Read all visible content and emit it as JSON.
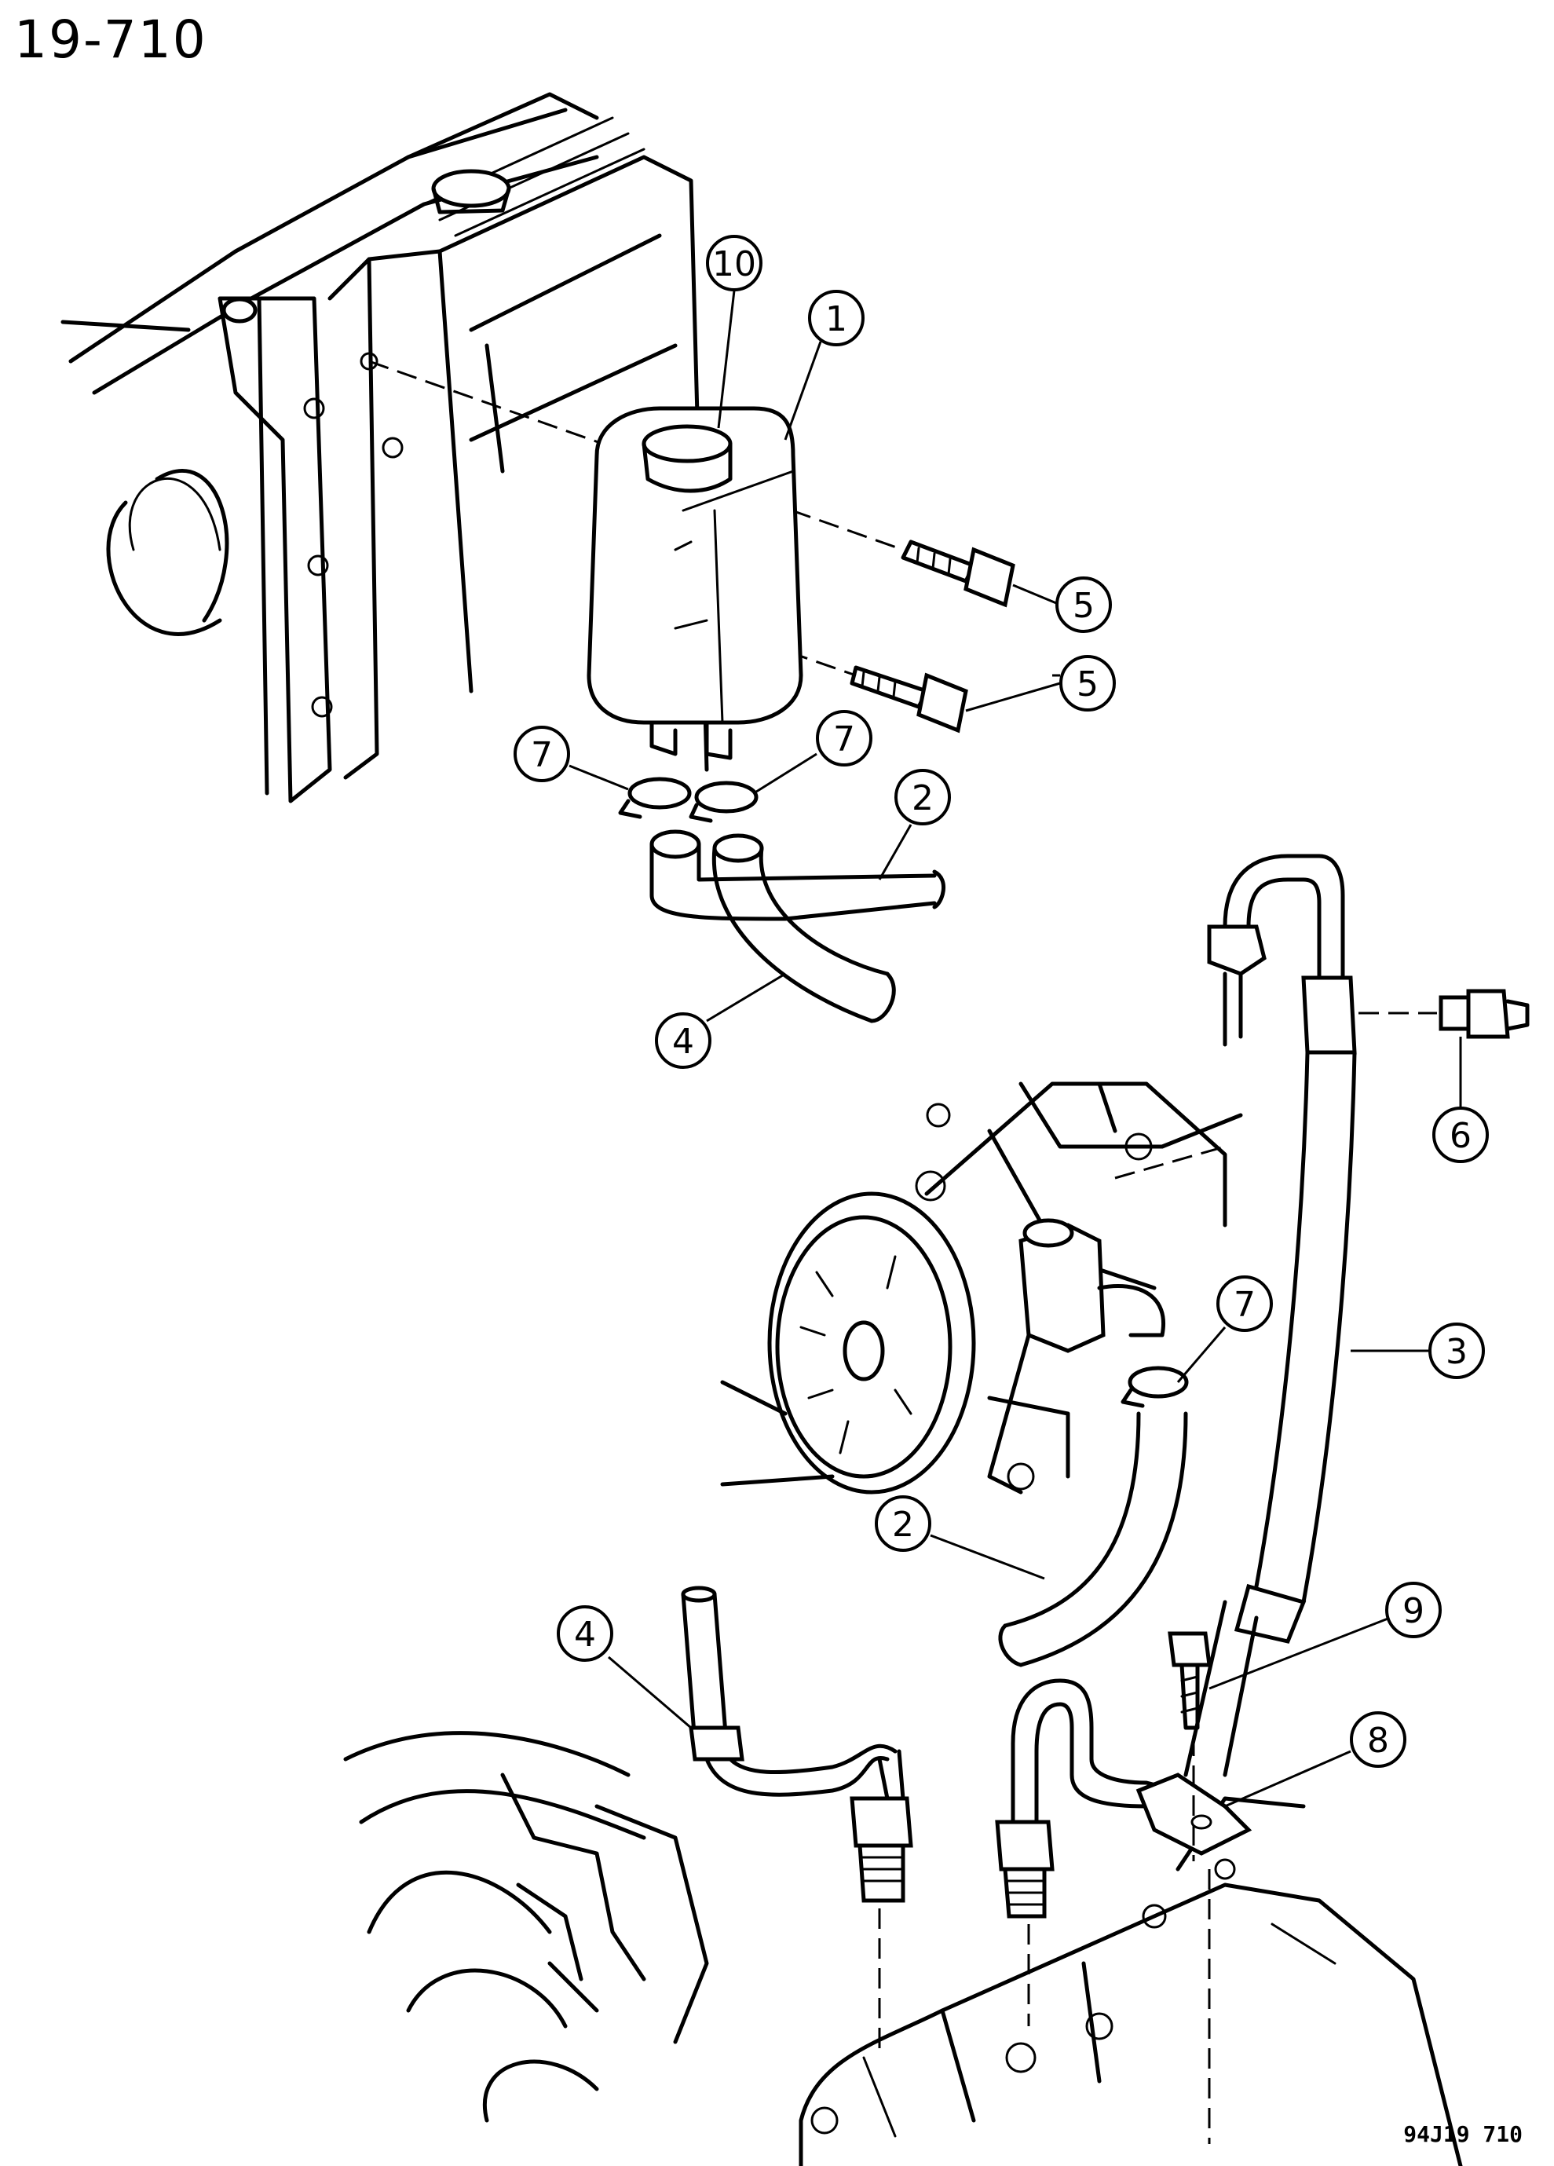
{
  "page_number": "19-710",
  "reference_code": "94J19 710",
  "callouts": [
    {
      "label": "10"
    },
    {
      "label": "1"
    },
    {
      "label": "5"
    },
    {
      "label": "5"
    },
    {
      "label": "7"
    },
    {
      "label": "7"
    },
    {
      "label": "2"
    },
    {
      "label": "4"
    },
    {
      "label": "6"
    },
    {
      "label": "7"
    },
    {
      "label": "3"
    },
    {
      "label": "2"
    },
    {
      "label": "4"
    },
    {
      "label": "9"
    },
    {
      "label": "8"
    }
  ]
}
